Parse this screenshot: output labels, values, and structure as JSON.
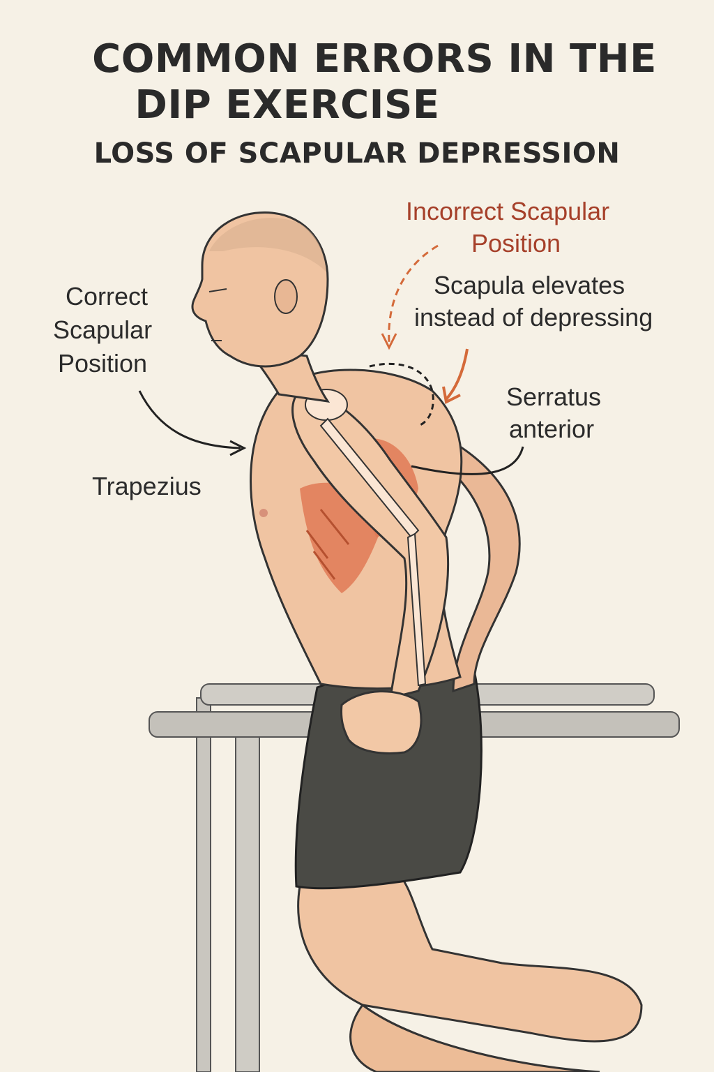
{
  "title": {
    "line1": "COMMON ERRORS IN THE",
    "line2": "DIP EXERCISE",
    "subtitle": "LOSS OF SCAPULAR DEPRESSION"
  },
  "labels": {
    "incorrect_line1": "Incorrect Scapular",
    "incorrect_line2": "Position",
    "elevates_line1": "Scapula elevates",
    "elevates_line2": "instead of depressing",
    "correct_line1": "Correct",
    "correct_line2": "Scapular",
    "correct_line3": "Position",
    "serratus_line1": "Serratus",
    "serratus_line2": "anterior",
    "trapezius": "Trapezius"
  },
  "colors": {
    "background": "#f6f1e6",
    "accent_red": "#a6402a",
    "arrow_orange": "#d46a3a",
    "skin": "#f0c4a2",
    "muscle": "#e07a56",
    "shorts": "#4a4a45",
    "bars": "#c9c6bf"
  }
}
